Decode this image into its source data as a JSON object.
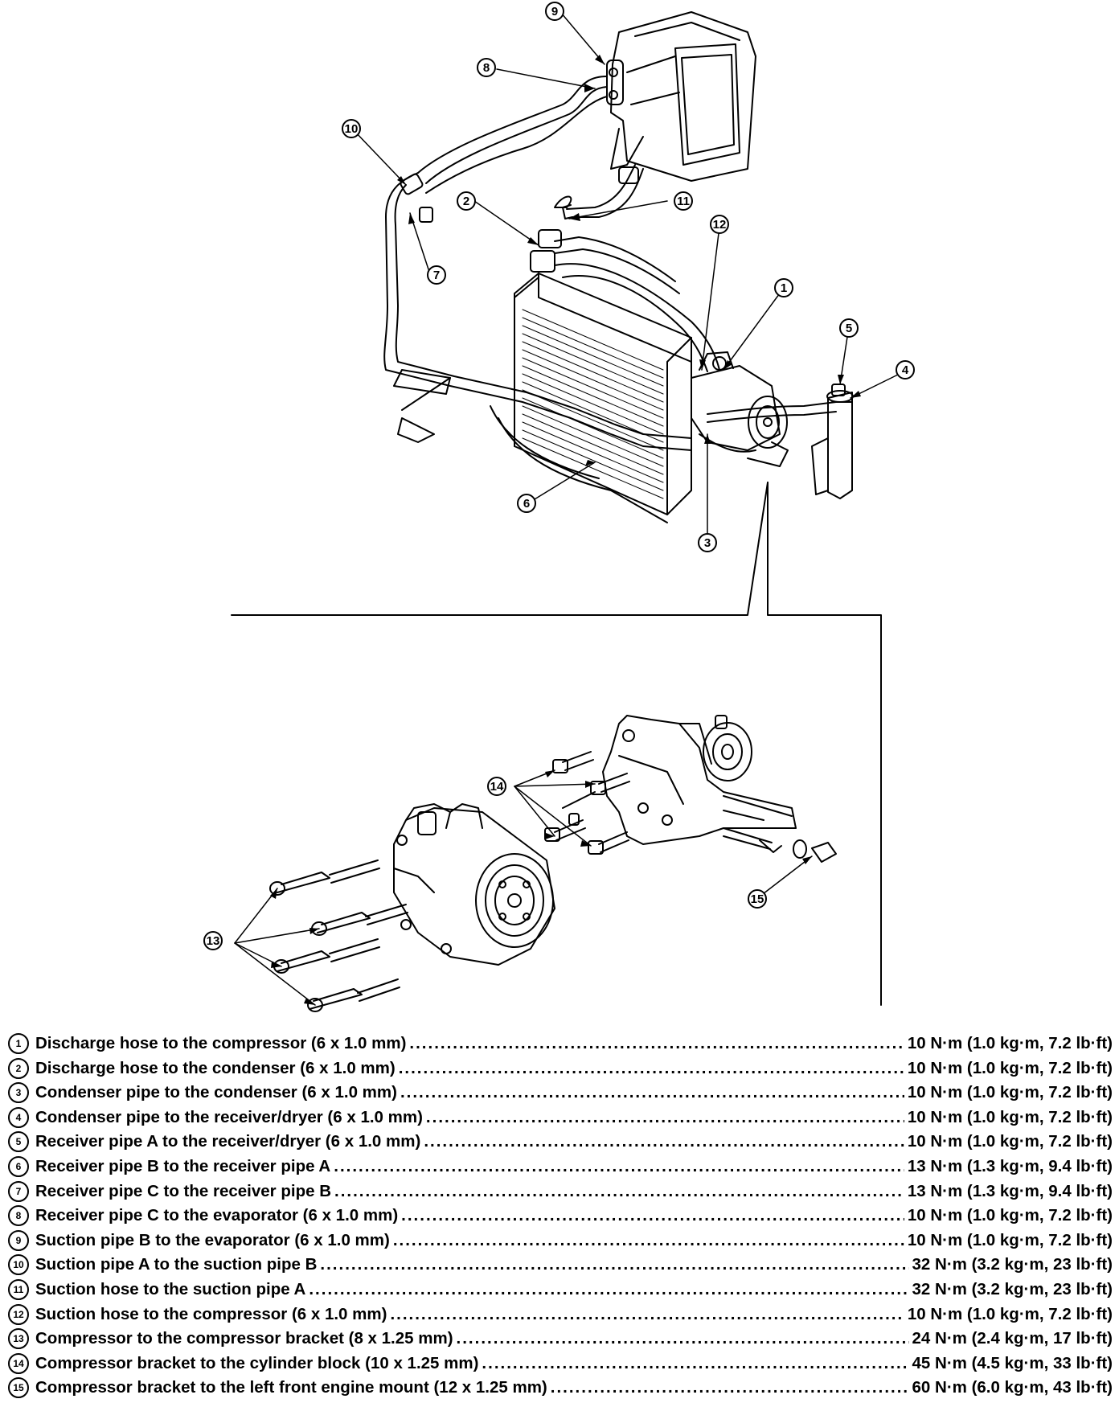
{
  "callouts": [
    "1",
    "2",
    "3",
    "4",
    "5",
    "6",
    "7",
    "8",
    "9",
    "10",
    "11",
    "12",
    "13",
    "14",
    "15"
  ],
  "specs": [
    {
      "num": "1",
      "label": "Discharge hose to the compressor (6 x 1.0 mm)",
      "value": "10 N·m (1.0 kg·m, 7.2 lb·ft)"
    },
    {
      "num": "2",
      "label": "Discharge hose to the condenser (6 x 1.0 mm)",
      "value": "10 N·m (1.0 kg·m, 7.2 lb·ft)"
    },
    {
      "num": "3",
      "label": "Condenser pipe to the condenser (6 x 1.0 mm)",
      "value": "10 N·m (1.0 kg·m, 7.2 lb·ft)"
    },
    {
      "num": "4",
      "label": "Condenser pipe to the receiver/dryer (6 x 1.0 mm)",
      "value": "10 N·m (1.0 kg·m, 7.2 lb·ft)"
    },
    {
      "num": "5",
      "label": "Receiver pipe A to the receiver/dryer (6 x 1.0 mm)",
      "value": "10 N·m (1.0 kg·m, 7.2 lb·ft)"
    },
    {
      "num": "6",
      "label": "Receiver pipe B to the receiver pipe A",
      "value": "13 N·m (1.3 kg·m, 9.4 lb·ft)"
    },
    {
      "num": "7",
      "label": "Receiver pipe C to the receiver pipe B",
      "value": "13 N·m (1.3 kg·m, 9.4 lb·ft)"
    },
    {
      "num": "8",
      "label": "Receiver pipe C to the evaporator (6 x 1.0 mm)",
      "value": "10 N·m (1.0 kg·m, 7.2 lb·ft)"
    },
    {
      "num": "9",
      "label": "Suction pipe B to the evaporator (6 x 1.0 mm)",
      "value": "10 N·m (1.0 kg·m, 7.2 lb·ft)"
    },
    {
      "num": "10",
      "label": "Suction pipe A to the suction pipe B",
      "value": "32 N·m (3.2 kg·m, 23 lb·ft)"
    },
    {
      "num": "11",
      "label": "Suction hose to the suction pipe A",
      "value": "32 N·m (3.2 kg·m, 23 lb·ft)"
    },
    {
      "num": "12",
      "label": "Suction hose to the compressor (6 x 1.0 mm)",
      "value": "10 N·m (1.0 kg·m, 7.2 lb·ft)"
    },
    {
      "num": "13",
      "label": "Compressor to the compressor bracket (8 x 1.25 mm)",
      "value": "24 N·m (2.4 kg·m, 17 lb·ft)"
    },
    {
      "num": "14",
      "label": "Compressor bracket to the cylinder block (10 x 1.25 mm)",
      "value": "45 N·m (4.5 kg·m, 33 lb·ft)"
    },
    {
      "num": "15",
      "label": "Compressor bracket to the left front engine mount (12 x 1.25 mm)",
      "value": "60 N·m (6.0 kg·m, 43 lb·ft)"
    }
  ]
}
